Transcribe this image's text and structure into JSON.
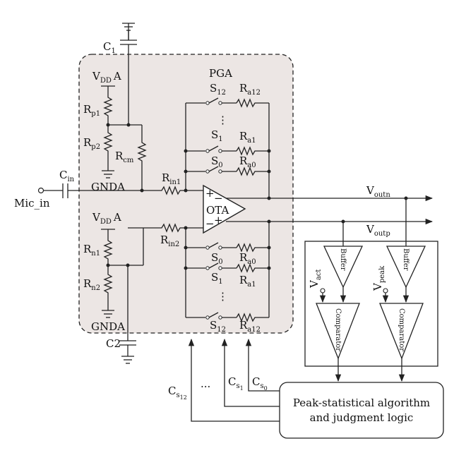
{
  "labels": {
    "pga": "PGA",
    "ota": "OTA",
    "mic_in": "Mic_in",
    "c1": "C",
    "c1_sub": "1",
    "c2": "C2",
    "cin": "C",
    "cin_sub": "in",
    "vdda_top": "V",
    "vdda_top_sub": "DD",
    "vdda_top_a": "A",
    "vdda_bot": "V",
    "vdda_bot_sub": "DD",
    "vdda_bot_a": "A",
    "gnda_top": "GNDA",
    "gnda_bot": "GNDA",
    "rp1": "R",
    "rp1_sub": "p1",
    "rp2": "R",
    "rp2_sub": "p2",
    "rcm": "R",
    "rcm_sub": "cm",
    "rn1": "R",
    "rn1_sub": "n1",
    "rn2": "R",
    "rn2_sub": "n2",
    "rin1": "R",
    "rin1_sub": "in1",
    "rin2": "R",
    "rin2_sub": "in2",
    "s12_top": "S",
    "s12_top_sub": "12",
    "s1_top": "S",
    "s1_top_sub": "1",
    "s0_top": "S",
    "s0_top_sub": "0",
    "s0_bot": "S",
    "s0_bot_sub": "0",
    "s1_bot": "S",
    "s1_bot_sub": "1",
    "s12_bot": "S",
    "s12_bot_sub": "12",
    "ra12_top": "R",
    "ra12_top_sub": "a12",
    "ra1_top": "R",
    "ra1_top_sub": "a1",
    "ra0_top": "R",
    "ra0_top_sub": "a0",
    "ra0_bot": "R",
    "ra0_bot_sub": "a0",
    "ra1_bot": "R",
    "ra1_bot_sub": "a1",
    "ra12_bot": "R",
    "ra12_bot_sub": "a12",
    "voutn": "V",
    "voutn_sub": "outn",
    "voutp": "V",
    "voutp_sub": "outp",
    "buffer1": "Buffer",
    "buffer2": "Buffer",
    "comparator1": "Comparator",
    "comparator2": "Comparator",
    "vact": "V",
    "vact_sub": "act",
    "vpeak": "V",
    "vpeak_sub": "peak",
    "cs12": "C",
    "cs12_sub": "s",
    "cs12_subsub": "12",
    "cs1": "C",
    "cs1_sub": "s",
    "cs1_subsub": "1",
    "cs0": "C",
    "cs0_sub": "s",
    "cs0_subsub": "0",
    "ellipsis": "···",
    "vdots": "⋮",
    "plus": "+",
    "minus": "−",
    "logic_line1": "Peak-statistical algorithm",
    "logic_line2": "and judgment logic"
  },
  "colors": {
    "pga_fill": "#ece6e4",
    "wire": "#222222"
  }
}
